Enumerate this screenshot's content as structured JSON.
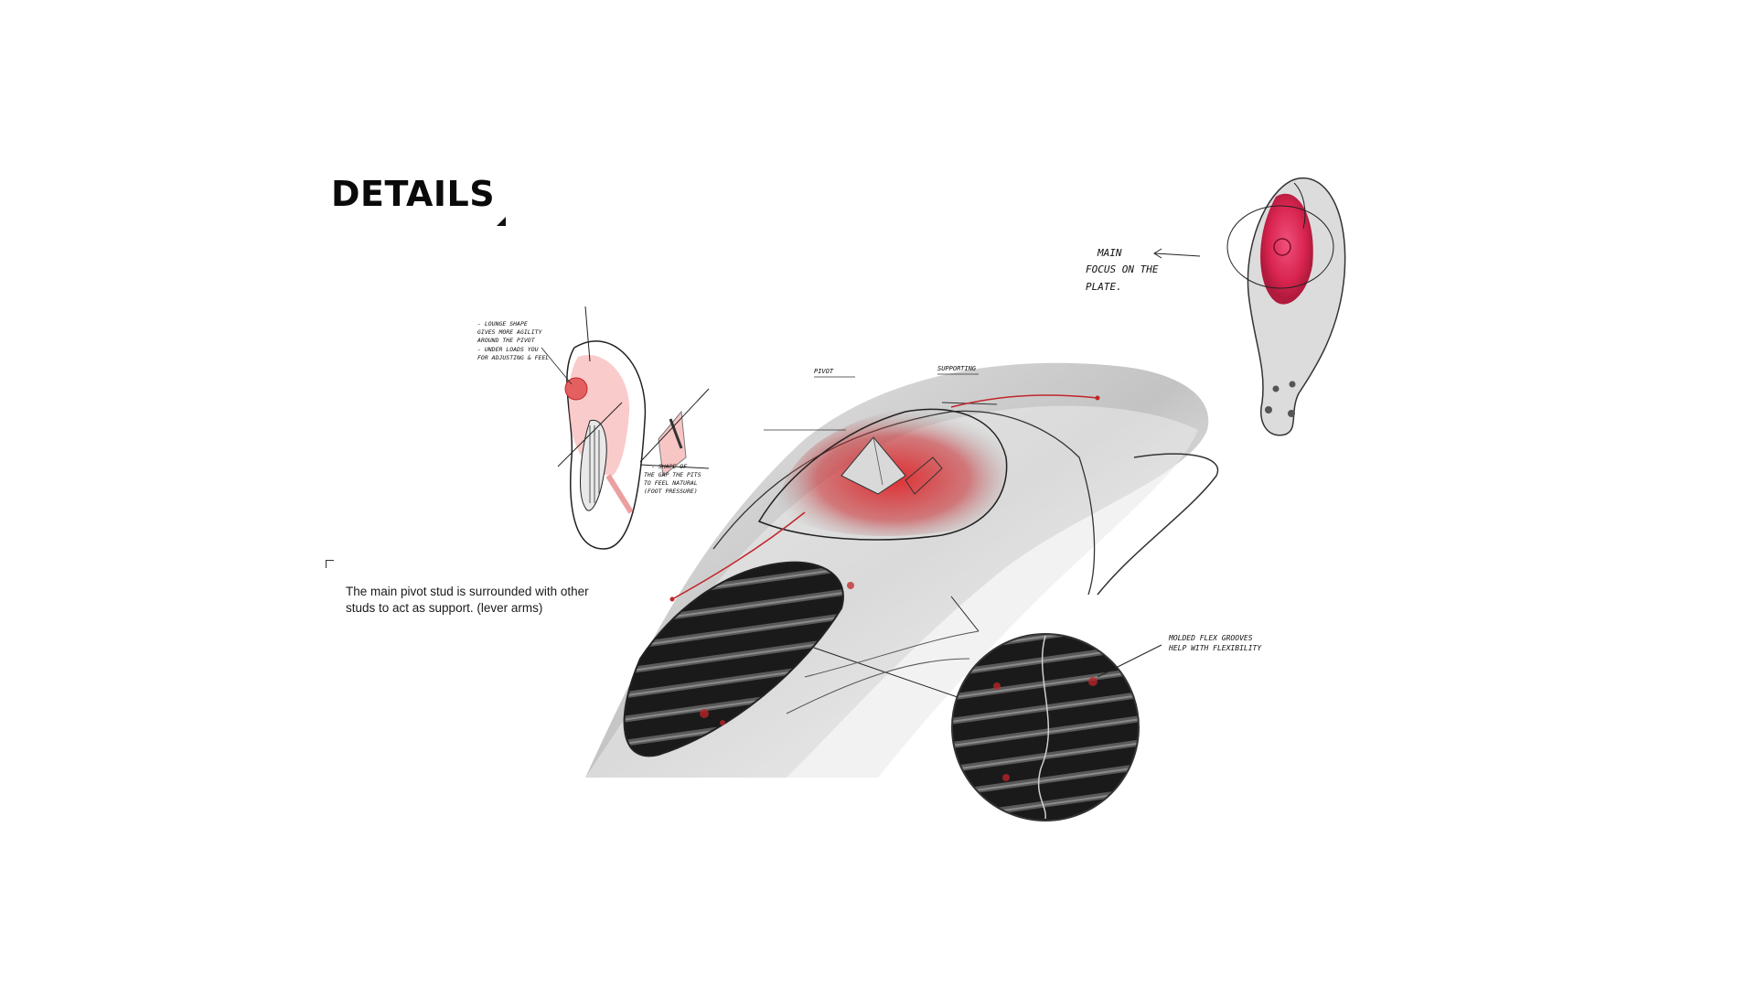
{
  "page": {
    "title": "DETAILS",
    "caption": "The main pivot stud is surrounded with other studs to act as support. (lever arms)"
  },
  "colors": {
    "accent_red": "#e0262a",
    "sketch_ink": "#222222",
    "plate_grey": "#3a3a3a"
  },
  "annotations": {
    "top_right_note_line1": "MAIN",
    "top_right_note_line2": "FOCUS ON THE",
    "top_right_note_line3": "PLATE.",
    "left_sketch_note_1_line1": "- LOUNGE SHAPE",
    "left_sketch_note_1_line2": "GIVES MORE AGILITY",
    "left_sketch_note_1_line3": "AROUND THE PIVOT",
    "left_sketch_note_2_line1": "- UNDER LOADS YOU",
    "left_sketch_note_2_line2": "FOR ADJUSTING & FEEL",
    "left_sketch_note_3_line1": "- SHAPE OF",
    "left_sketch_note_3_line2": "THE GAP THE PITS",
    "left_sketch_note_3_line3": "TO FEEL NATURAL",
    "left_sketch_note_3_line4": "(FOOT PRESSURE)",
    "main_label_1": "PIVOT",
    "main_label_2": "SUPPORTING",
    "detail_note_line1": "MOLDED FLEX GROOVES",
    "detail_note_line2": "HELP WITH FLEXIBILITY"
  }
}
